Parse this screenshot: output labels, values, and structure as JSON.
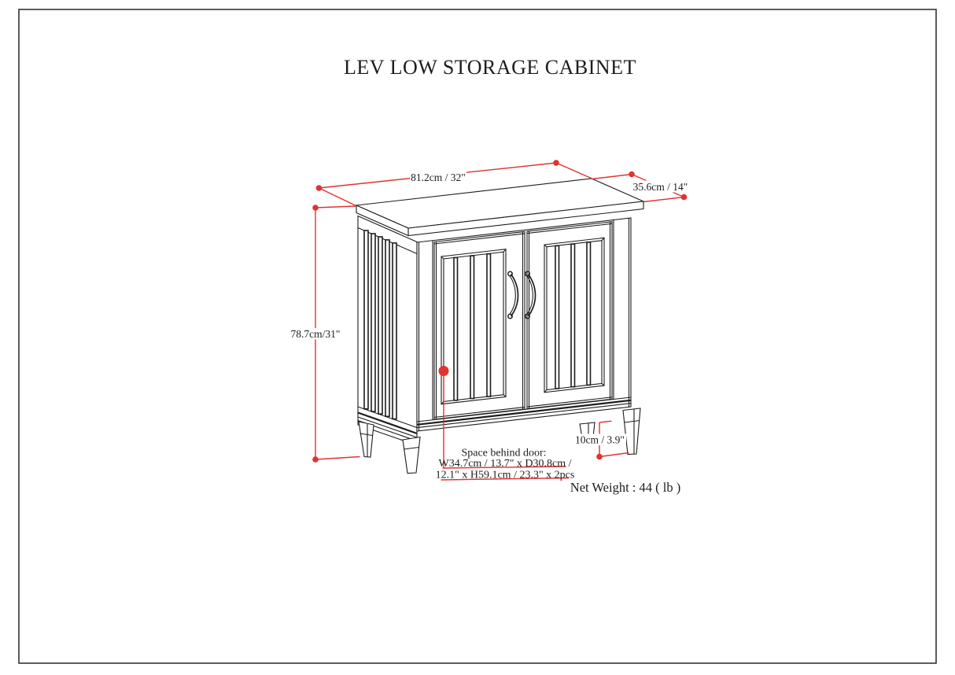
{
  "title": "LEV LOW STORAGE CABINET",
  "dimensions": {
    "width_label": "81.2cm / 32\"",
    "depth_label": "35.6cm / 14\"",
    "height_label": "78.7cm/31\"",
    "leg_height_label": "10cm / 3.9\""
  },
  "space_behind_door": {
    "heading": "Space behind door:",
    "line1": "W34.7cm / 13.7\" x D30.8cm /",
    "line2": "12.1\" x H59.1cm / 23.3\" x 2pcs"
  },
  "net_weight_label": "Net Weight : 44 ( lb )",
  "colors": {
    "dimension_red": "#e03230",
    "line_black": "#1d1d1d",
    "border_gray": "#333333"
  }
}
